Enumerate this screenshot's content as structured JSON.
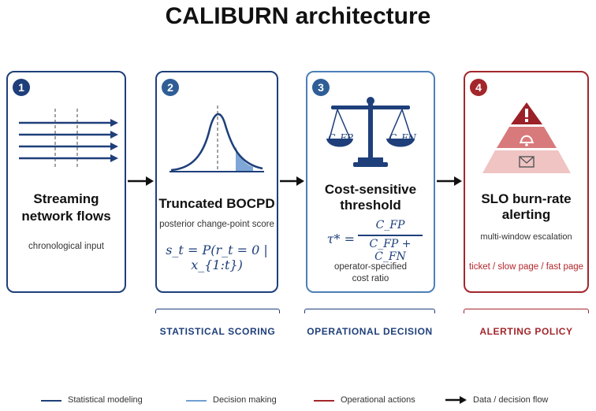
{
  "title": "CALIBURN architecture",
  "colors": {
    "statistical_blue": "#1e3f7a",
    "decision_blue": "#6f9fd4",
    "operational_red": "#a3262b",
    "flow_arrow": "#111111"
  },
  "cards": [
    {
      "number": "1",
      "title_line1": "Streaming",
      "title_line2": "network flows",
      "subtitle": "chronological input",
      "icon": "parallel-flow-arrows-icon"
    },
    {
      "number": "2",
      "title": "Truncated BOCPD",
      "subtitle": "posterior change-point score",
      "formula": "s_t = P(r_t = 0 | x_{1:t})",
      "icon": "bell-curve-icon"
    },
    {
      "number": "3",
      "title_line1": "Cost-sensitive",
      "title_line2": "threshold",
      "formula_lhs": "τ* =",
      "formula_num": "C_FP",
      "formula_den": "C_FP + C_FN",
      "subtitle_line1": "operator-specified",
      "subtitle_line2": "cost ratio",
      "icon": "balance-scale-icon",
      "scale_left": "C_FP",
      "scale_right": "C_FN"
    },
    {
      "number": "4",
      "title_line1": "SLO burn-rate",
      "title_line2": "alerting",
      "subtitle": "multi-window escalation",
      "note": "ticket / slow page / fast page",
      "icon": "alert-pyramid-icon"
    }
  ],
  "brackets": [
    {
      "label": "STATISTICAL SCORING",
      "color": "#1e3f7a"
    },
    {
      "label": "OPERATIONAL DECISION",
      "color": "#1e3f7a"
    },
    {
      "label": "ALERTING POLICY",
      "color": "#a3262b"
    }
  ],
  "legend": [
    {
      "label": "Statistical modeling",
      "color": "#1e3f7a"
    },
    {
      "label": "Decision making",
      "color": "#6f9fd4"
    },
    {
      "label": "Operational actions",
      "color": "#a3262b"
    },
    {
      "label": "Data / decision flow",
      "color": "#111111"
    }
  ]
}
